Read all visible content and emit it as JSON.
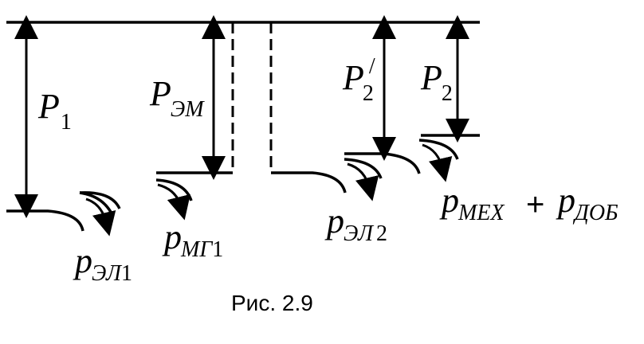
{
  "labels": {
    "p1": {
      "main": "P",
      "sub": "1"
    },
    "pem": {
      "main": "P",
      "sub": "ЭМ"
    },
    "p2prime": {
      "main": "P",
      "sub": "2",
      "sup": "/"
    },
    "p2": {
      "main": "P",
      "sub": "2"
    },
    "pel1": {
      "main": "p",
      "sub": "ЭЛ",
      "idx": "1"
    },
    "pmg1": {
      "main": "p",
      "sub": "МГ",
      "idx": "1"
    },
    "pel2": {
      "main": "p",
      "sub": "ЭЛ",
      "idx": "2"
    },
    "pmex": {
      "main": "p",
      "sub": "МЕХ"
    },
    "plus": "+",
    "pdob": {
      "main": "p",
      "sub": "ДОБ"
    }
  },
  "caption": "Рис. 2.9"
}
